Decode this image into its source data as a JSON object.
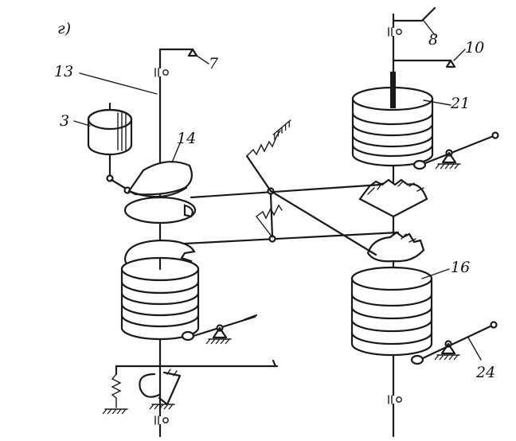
{
  "figure_label": "г)",
  "labels": {
    "l3": "3",
    "l7": "7",
    "l8": "8",
    "l10": "10",
    "l13": "13",
    "l14": "14",
    "l16": "16",
    "l21": "21",
    "l24": "24"
  },
  "colors": {
    "ink": "#1a1a1a",
    "paper": "#ffffff"
  }
}
